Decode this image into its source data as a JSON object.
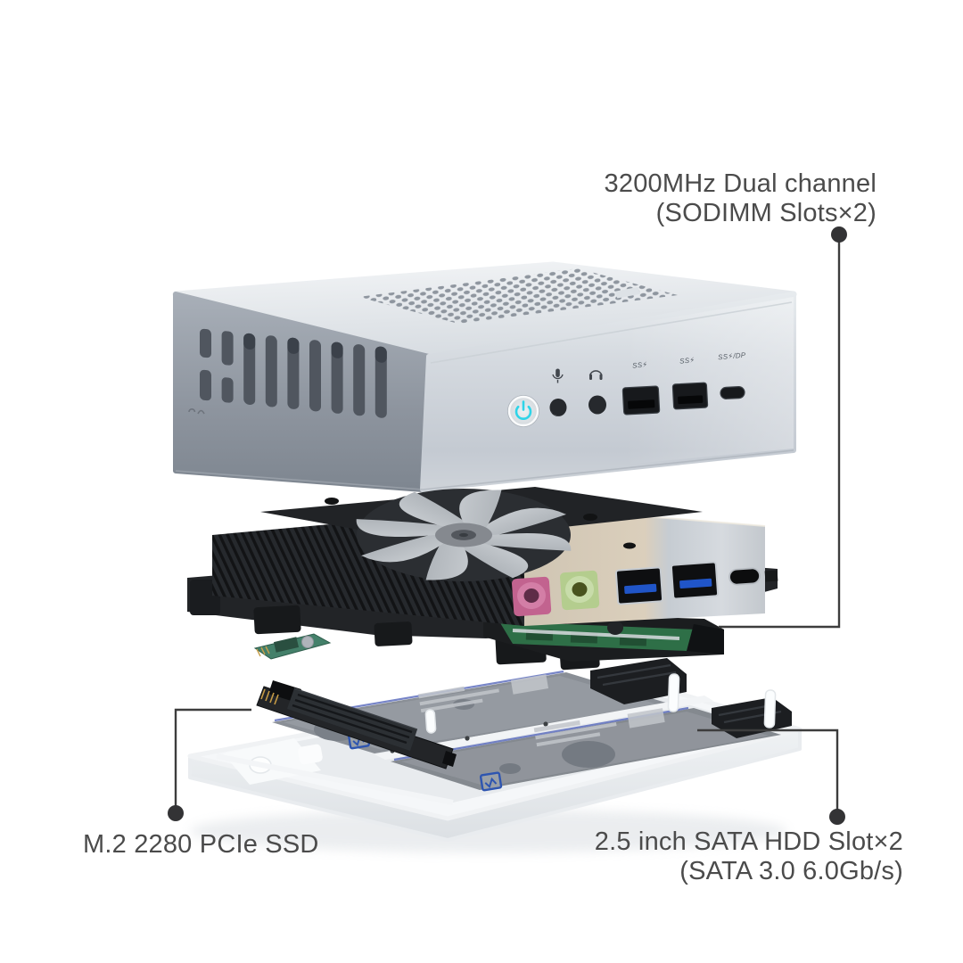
{
  "callouts": {
    "memory": {
      "line1": "3200MHz Dual channel",
      "line2": "(SODIMM Slots×2)"
    },
    "m2_ssd": {
      "line1": "M.2 2280 PCIe SSD"
    },
    "hdd": {
      "line1": "2.5 inch SATA HDD Slot×2",
      "line2": "(SATA 3.0 6.0Gb/s)"
    }
  },
  "front_panel": {
    "usb_a_label_1": "SS⚡",
    "usb_a_label_2": "SS⚡",
    "usb_c_label": "SS⚡/DP",
    "icons": [
      "power-icon",
      "microphone-icon",
      "headphone-icon"
    ]
  },
  "colors": {
    "background": "#ffffff",
    "label_text": "#4b4b4b",
    "callout_line": "#3d3d3d",
    "power_led": "#2fd4e8",
    "case_top": "#e9edf0",
    "case_left": "#959ca6",
    "case_front": "#ccd2d9",
    "heatsink_dark": "#202225",
    "heatsink_gold": "#d5c9b6",
    "heatsink_silver": "#ccd1d6",
    "pcb_green": "#2e6f47",
    "audio_jack_pink": "#c2638f",
    "audio_jack_green": "#b2cc8a",
    "usb_blue": "#2055c8",
    "tray_white": "#f4f6f8",
    "hdd_label_gray": "#8d9298",
    "hdd_logo_blue": "#2e55b0"
  }
}
